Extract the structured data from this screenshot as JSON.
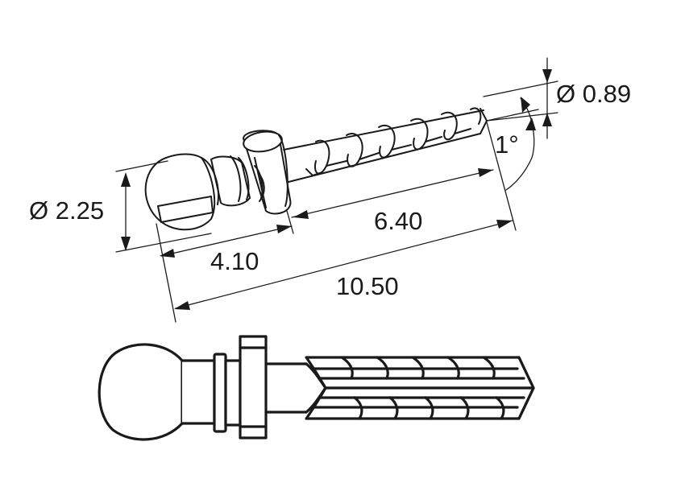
{
  "drawing": {
    "dimensions": {
      "head_diameter": "Ø 2.25",
      "tip_diameter": "Ø 0.89",
      "taper_angle": "1°",
      "head_length": "4.10",
      "thread_length": "6.40",
      "total_length": "10.50"
    },
    "colors": {
      "line": "#1a1a1a",
      "background": "#ffffff"
    }
  }
}
